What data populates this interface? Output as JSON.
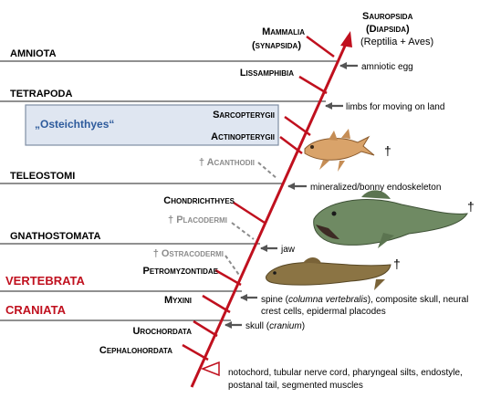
{
  "apex": {
    "title_line1": "Sauropsida",
    "title_line2": "(Diapsida)",
    "title_line3": "(Reptilia + Aves)"
  },
  "clades": [
    {
      "key": "mammalia",
      "line1": "Mammalia",
      "line2": "(synapsida)",
      "color": "#000000",
      "extinct": false
    },
    {
      "key": "lissamphibia",
      "line1": "Lissamphibia",
      "color": "#000000",
      "extinct": false
    },
    {
      "key": "sarcopterygii",
      "line1": "Sarcopterygii",
      "color": "#000000",
      "extinct": false
    },
    {
      "key": "actinopterygii",
      "line1": "Actinopterygii",
      "color": "#000000",
      "extinct": false
    },
    {
      "key": "acanthodii",
      "line1": "Acanthodii",
      "color": "#8c8c8c",
      "extinct": true
    },
    {
      "key": "chondrichthyes",
      "line1": "Chondrichthyes",
      "color": "#000000",
      "extinct": false
    },
    {
      "key": "placodermi",
      "line1": "Placodermi",
      "color": "#8c8c8c",
      "extinct": true
    },
    {
      "key": "ostracodermi",
      "line1": "Ostracodermi",
      "color": "#8c8c8c",
      "extinct": true
    },
    {
      "key": "petromyzontidae",
      "line1": "Petromyzontidae",
      "color": "#000000",
      "extinct": false
    },
    {
      "key": "myxini",
      "line1": "Myxini",
      "color": "#000000",
      "extinct": false
    },
    {
      "key": "urochordata",
      "line1": "Urochordata",
      "color": "#000000",
      "extinct": false
    },
    {
      "key": "cephalohordata",
      "line1": "Cephalohordata",
      "color": "#000000",
      "extinct": false
    }
  ],
  "groups": [
    {
      "key": "amniota",
      "label": "AMNIOTA",
      "color": "#000000"
    },
    {
      "key": "tetrapoda",
      "label": "TETRAPODA",
      "color": "#000000"
    },
    {
      "key": "teleostomi",
      "label": "TELEOSTOMI",
      "color": "#000000"
    },
    {
      "key": "gnathostomata",
      "label": "GNATHOSTOMATA",
      "color": "#000000"
    },
    {
      "key": "vertebrata",
      "label": "VERTEBRATA",
      "color": "#c0101e"
    },
    {
      "key": "craniata",
      "label": "CRANIATA",
      "color": "#c0101e"
    }
  ],
  "osteichthyes_box": {
    "label": "„Osteichthyes“",
    "label_color": "#2e5b9c"
  },
  "characters": {
    "amniotic_egg": "amniotic egg",
    "limbs": "limbs for moving on land",
    "skeleton": "mineralized/bonny endoskeleton",
    "jaw": "jaw",
    "spine_pre": "spine (",
    "spine_italic": "columna vertebralis",
    "spine_post": "), composite skull, neural",
    "spine_line2": "crest cells, epidermal placodes",
    "skull_pre": "skull (",
    "skull_italic": "cranium",
    "skull_post": ")",
    "chordate_line1": "notochord, tubular nerve cord, pharyngeal silts, endostyle,",
    "chordate_line2": "postanal tail, segmented muscles"
  },
  "dagger": "†",
  "colors": {
    "axis": "#c0101e",
    "arrow_marker": "#555555",
    "extinct_gray": "#8c8c8c",
    "box_fill": "#dfe6f1",
    "box_stroke": "#7f8ea3"
  }
}
